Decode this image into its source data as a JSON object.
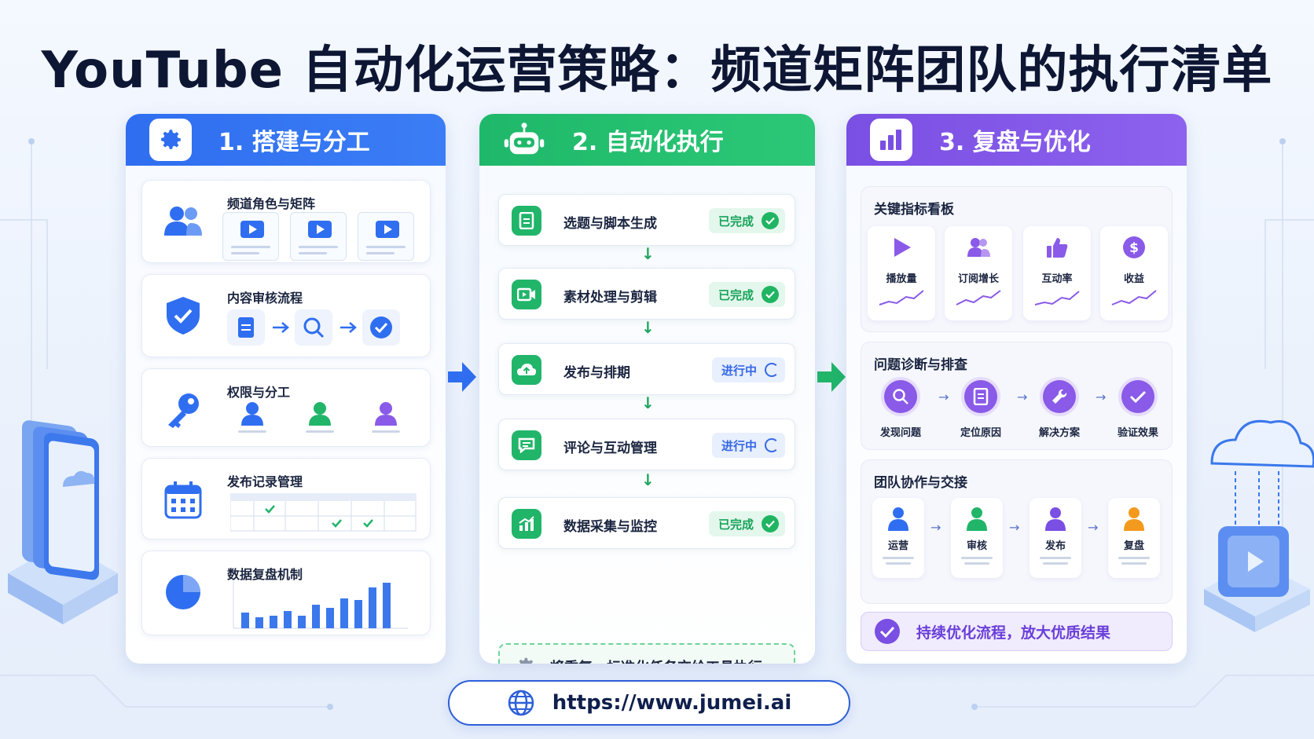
{
  "title": "YouTube 自动化运营策略：频道矩阵团队的执行清单",
  "columns": [
    {
      "heading": "1. 搭建与分工",
      "cards": [
        {
          "label": "频道角色与矩阵"
        },
        {
          "label": "内容审核流程"
        },
        {
          "label": "权限与分工"
        },
        {
          "label": "发布记录管理"
        },
        {
          "label": "数据复盘机制"
        }
      ]
    },
    {
      "heading": "2. 自动化执行",
      "steps": [
        {
          "label": "选题与脚本生成",
          "status": "已完成"
        },
        {
          "label": "素材处理与剪辑",
          "status": "已完成"
        },
        {
          "label": "发布与排期",
          "status": "进行中"
        },
        {
          "label": "评论与互动管理",
          "status": "进行中"
        },
        {
          "label": "数据采集与监控",
          "status": "已完成"
        }
      ],
      "footer": "将重复、标准化任务交给工具执行"
    },
    {
      "heading": "3. 复盘与优化",
      "kpi_title": "关键指标看板",
      "kpis": [
        "播放量",
        "订阅增长",
        "互动率",
        "收益"
      ],
      "diag_title": "问题诊断与排查",
      "diag_steps": [
        "发现问题",
        "定位原因",
        "解决方案",
        "验证效果"
      ],
      "team_title": "团队协作与交接",
      "team_roles": [
        "运营",
        "审核",
        "发布",
        "复盘"
      ],
      "footer": "持续优化流程，放大优质结果"
    }
  ],
  "url": "https://www.jumei.ai",
  "colors": {
    "blue": "#2f6ef0",
    "green": "#21b56a",
    "purple": "#7a4fe3"
  }
}
